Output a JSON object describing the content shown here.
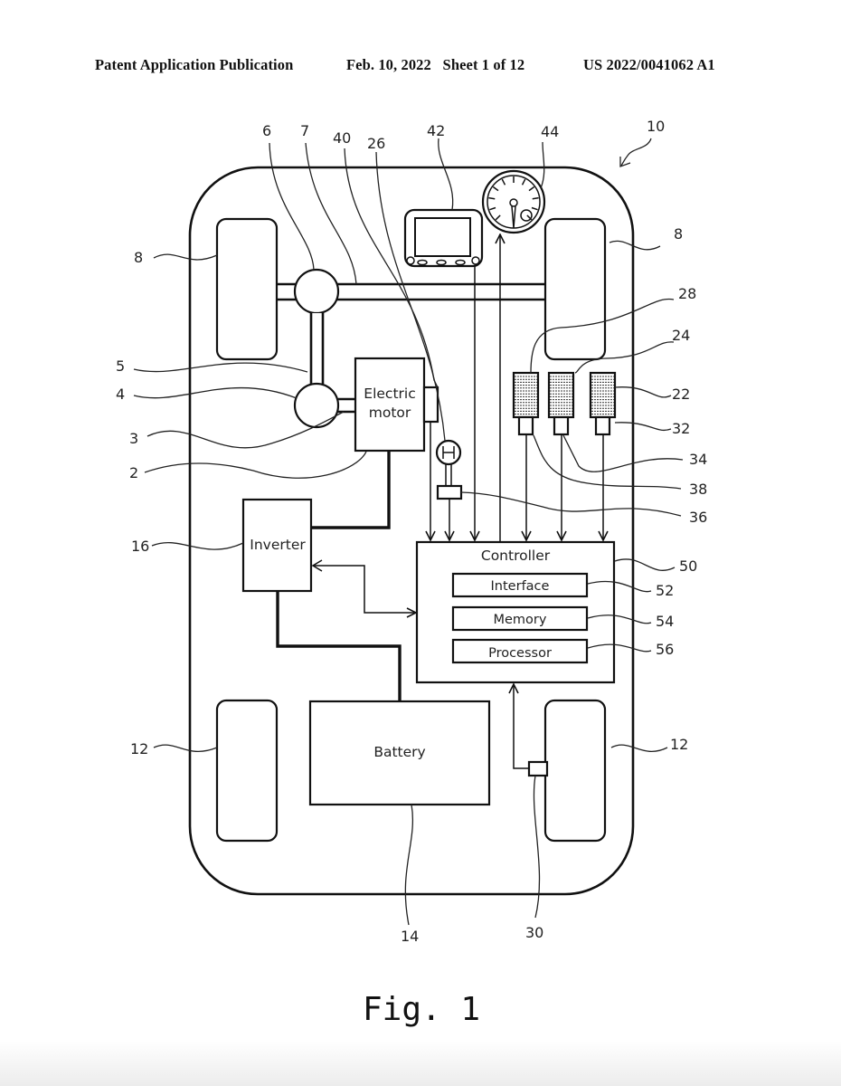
{
  "header": {
    "left": "Patent Application Publication",
    "middle": "Feb. 10, 2022   Sheet 1 of 12",
    "right": "US 2022/0041062 A1"
  },
  "figure": {
    "caption": "Fig. 1",
    "blocks": {
      "electric_motor_line1": "Electric",
      "electric_motor_line2": "motor",
      "inverter": "Inverter",
      "controller": "Controller",
      "interface": "Interface",
      "memory": "Memory",
      "processor": "Processor",
      "battery": "Battery"
    },
    "reference_numerals": {
      "vehicle": "10",
      "front_wheel_left": "8",
      "front_wheel_right": "8",
      "rear_wheel_left": "12",
      "rear_wheel_right": "12",
      "differential": "6",
      "axle": "7",
      "shift_lever_sensor": "40",
      "shift_lever": "26",
      "display": "42",
      "meter": "44",
      "propeller_shaft": "5",
      "transmission": "4",
      "output_shaft": "3",
      "motor": "2",
      "inverter": "16",
      "battery": "14",
      "speed_sensor": "30",
      "accelerator_pedal": "28",
      "brake_pedal": "24",
      "clutch_pedal": "22",
      "clutch_sensor": "32",
      "brake_sensor": "34",
      "accelerator_sensor": "38",
      "shift_sensor": "36",
      "controller": "50",
      "interface": "52",
      "memory": "54",
      "processor": "56"
    }
  }
}
